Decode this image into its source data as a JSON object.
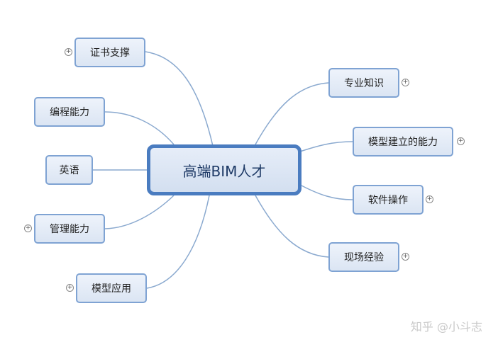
{
  "center": {
    "label": "高端BIM人才"
  },
  "left_nodes": [
    {
      "label": "证书支撑"
    },
    {
      "label": "编程能力"
    },
    {
      "label": "英语"
    },
    {
      "label": "管理能力"
    },
    {
      "label": "模型应用"
    }
  ],
  "right_nodes": [
    {
      "label": "专业知识"
    },
    {
      "label": "模型建立的能力"
    },
    {
      "label": "软件操作"
    },
    {
      "label": "现场经验"
    }
  ],
  "watermark": "知乎 @小斗志",
  "colors": {
    "center_border": "#4a7cc0",
    "node_border": "#7fa3d3",
    "link": "#8aa9cf"
  },
  "icons": {
    "expand": "plus-circle-icon"
  }
}
